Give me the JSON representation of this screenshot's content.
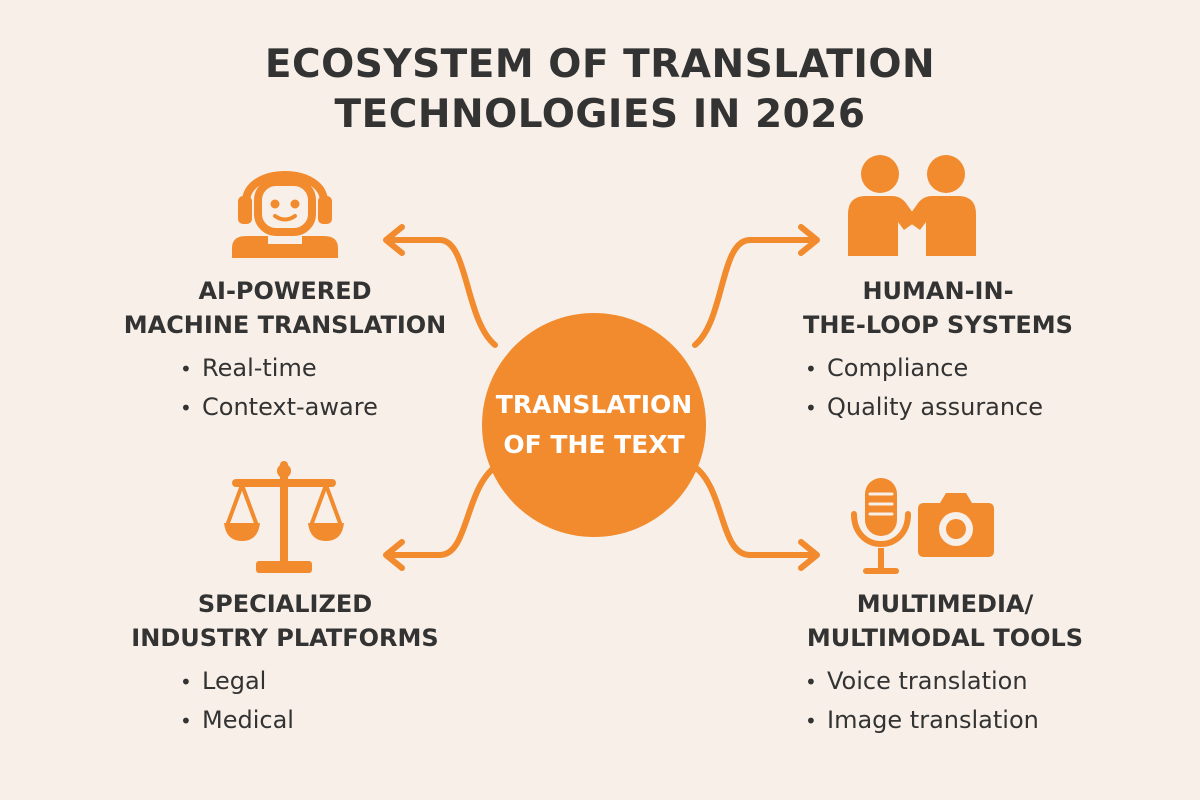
{
  "title": {
    "line1": "ECOSYSTEM OF TRANSLATION",
    "line2": "TECHNOLOGIES IN 2026"
  },
  "center": {
    "line1": "TRANSLATION",
    "line2": "OF THE TEXT"
  },
  "nodes": [
    {
      "title_lines": [
        "AI-POWERED",
        "MACHINE TRANSLATION"
      ],
      "icon": "robot-headset-icon",
      "items": [
        "Real-time",
        "Context-aware"
      ]
    },
    {
      "title_lines": [
        "HUMAN-IN-",
        "THE-LOOP SYSTEMS"
      ],
      "icon": "handshake-people-icon",
      "items": [
        "Compliance",
        "Quality assurance"
      ]
    },
    {
      "title_lines": [
        "SPECIALIZED",
        "INDUSTRY PLATFORMS"
      ],
      "icon": "scales-icon",
      "items": [
        "Legal",
        "Medical"
      ]
    },
    {
      "title_lines": [
        "MULTIMEDIA/",
        "MULTIMODAL TOOLS"
      ],
      "icons": [
        "microphone-icon",
        "camera-icon"
      ],
      "items": [
        "Voice translation",
        "Image translation"
      ]
    }
  ],
  "colors": {
    "background": "#f8f0e8",
    "accent": "#f28a2e",
    "text": "#333333"
  }
}
